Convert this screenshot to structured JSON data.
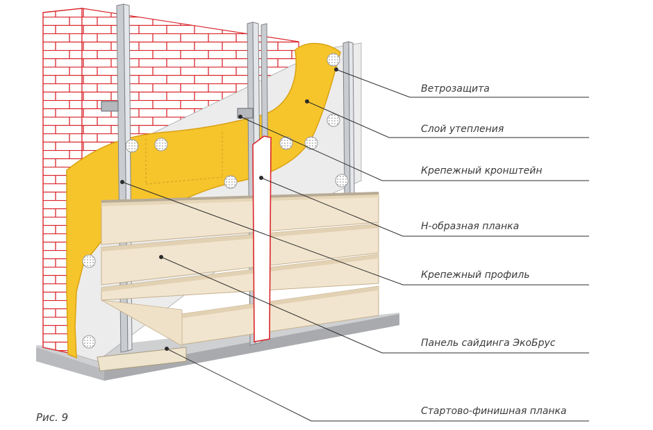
{
  "figure": {
    "label": "Рис. 9"
  },
  "callouts": [
    {
      "id": "windproof",
      "label": "Ветрозащита"
    },
    {
      "id": "insulation",
      "label": "Слой утепления"
    },
    {
      "id": "bracket",
      "label": "Крепежный кронштейн"
    },
    {
      "id": "h-strip",
      "label": "Н-образная планка"
    },
    {
      "id": "profile",
      "label": "Крепежный профиль"
    },
    {
      "id": "panel",
      "label": "Панель сайдинга ЭкоБрус"
    },
    {
      "id": "start-strip",
      "label": "Стартово-финишная планка"
    }
  ],
  "colors": {
    "brick_line": "#d9262b",
    "insulation": "#f6c52c",
    "insulation_edge": "#d9a112",
    "membrane": "#e9e9e9",
    "metal": "#c9ccd0",
    "siding": "#f2e5cf",
    "siding_shadow": "#e2d1b3",
    "h_strip_edge": "#d9262b",
    "base": "#c6c7c9"
  }
}
